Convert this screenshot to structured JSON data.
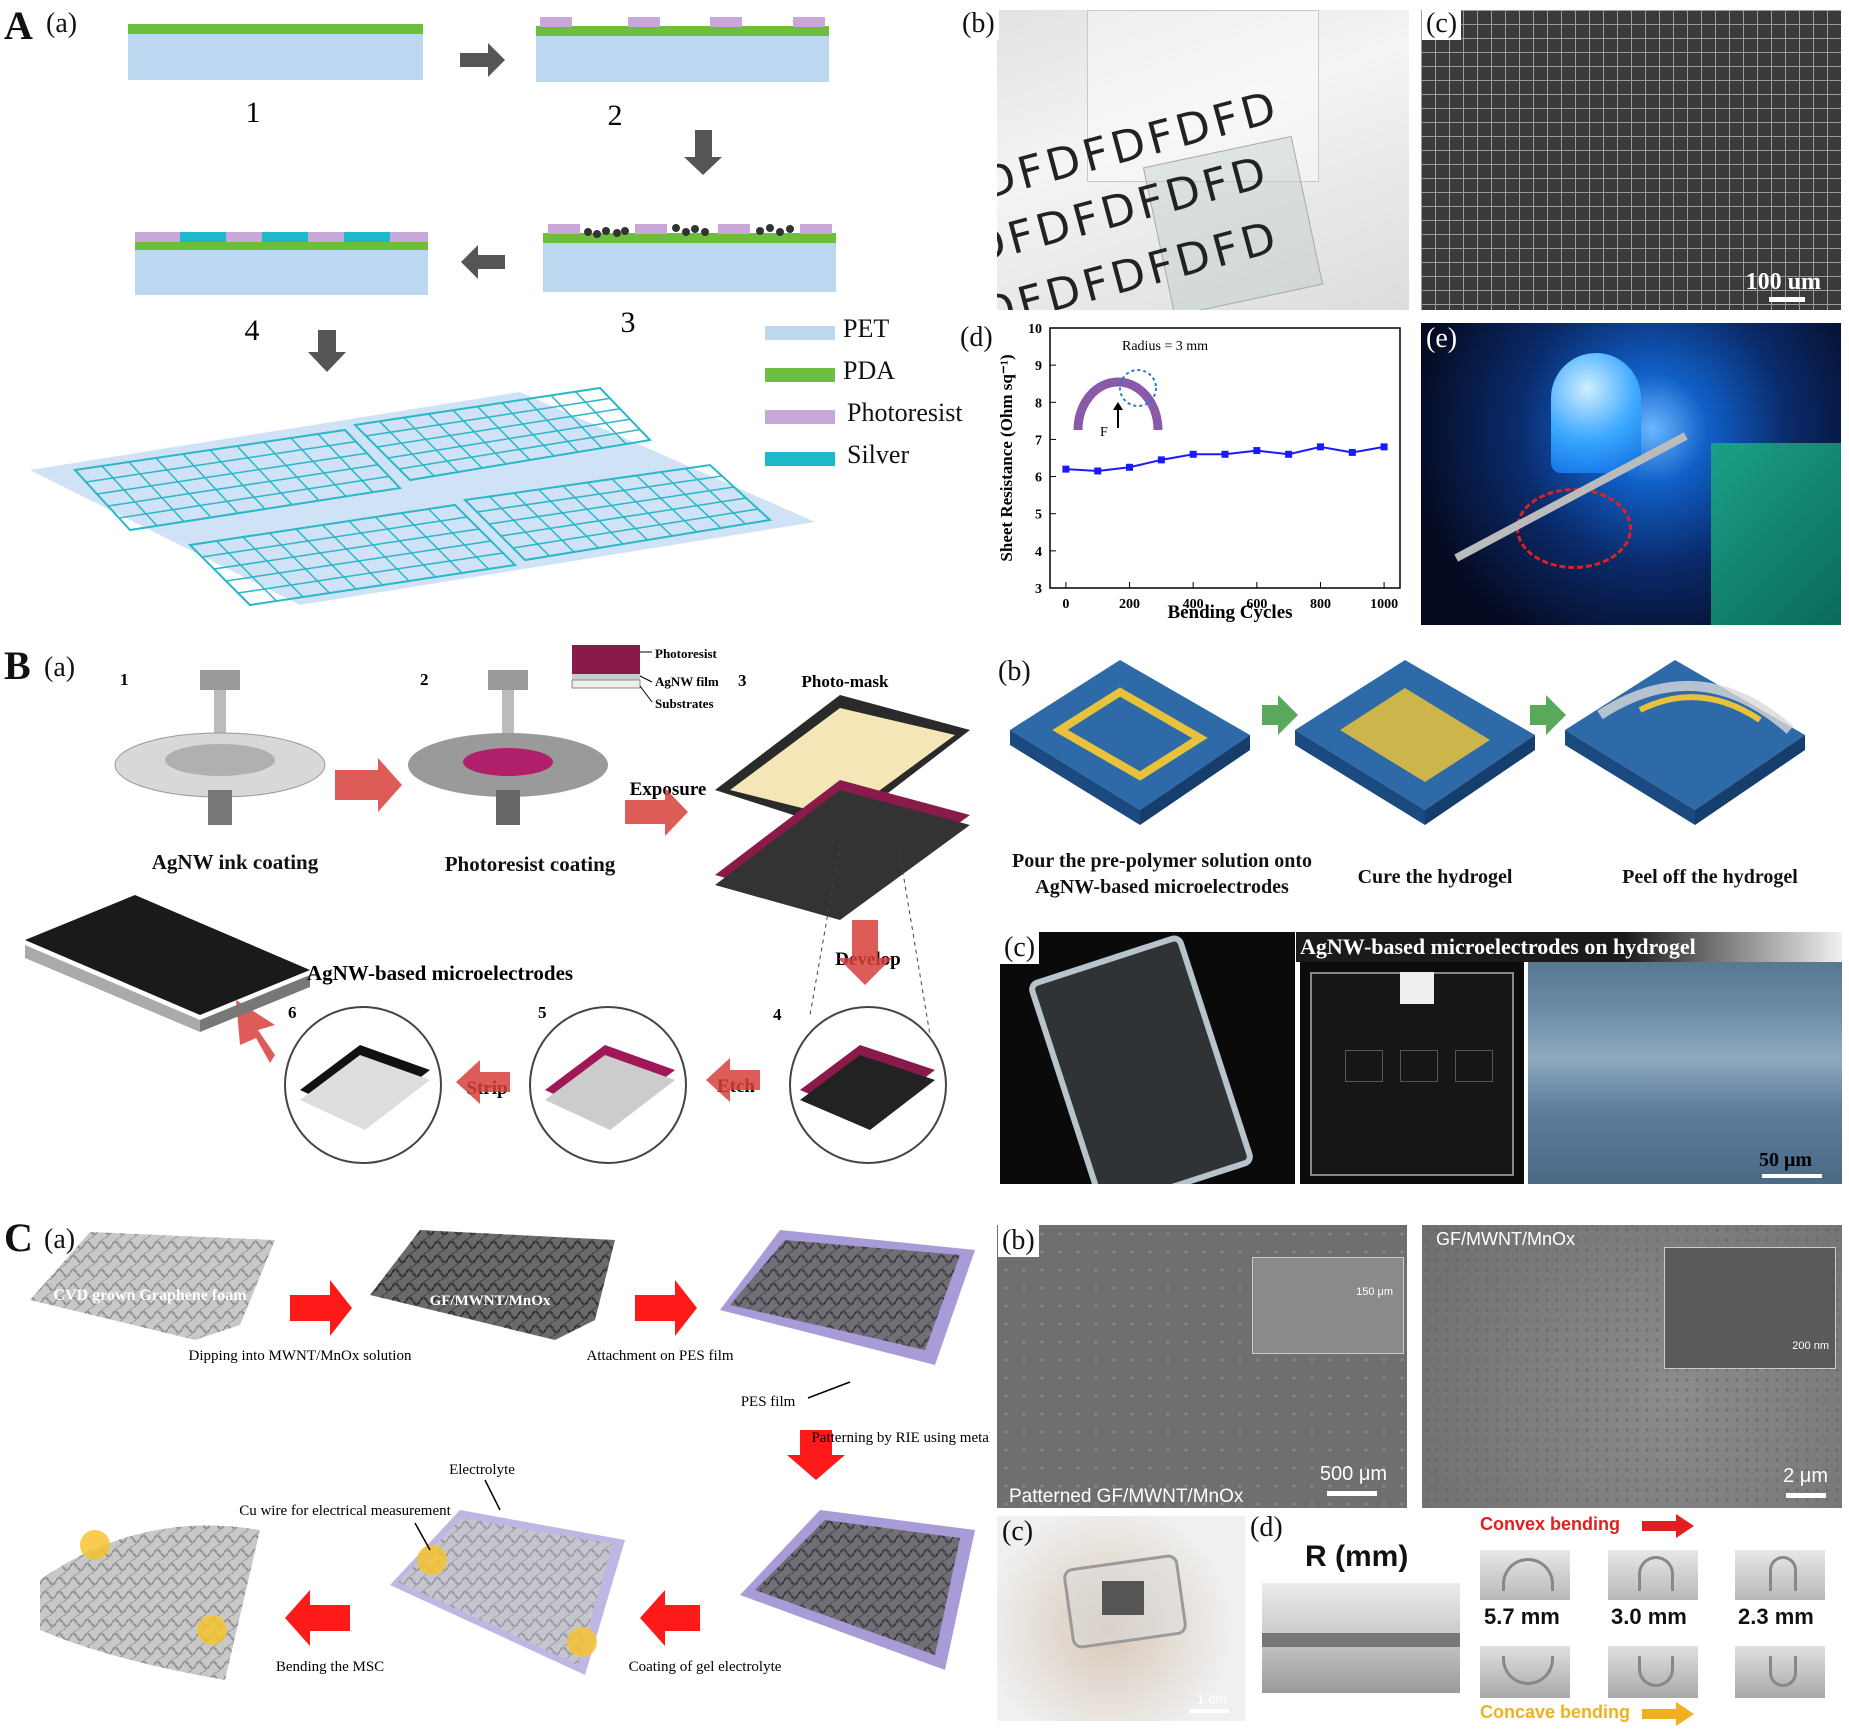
{
  "panel_a": {
    "letter": "A",
    "sub_a": "(a)",
    "sub_b": "(b)",
    "sub_c": "(c)",
    "sub_d": "(d)",
    "sub_e": "(e)",
    "step_labels": [
      "1",
      "2",
      "3",
      "4"
    ],
    "legend": [
      {
        "label": "PET",
        "color": "#bcd7f0"
      },
      {
        "label": "PDA",
        "color": "#6cbf3c"
      },
      {
        "label": "Photoresist",
        "color": "#c8a8d8"
      },
      {
        "label": "Silver",
        "color": "#1fb8c8"
      }
    ],
    "photo_b_text": "DFDFDFDFD",
    "scale_c": "100 um",
    "chart": {
      "inset_label": "Radius = 3 mm",
      "inset_force": "F"
    }
  },
  "panel_b": {
    "letter": "B",
    "sub_a": "(a)",
    "sub_b": "(b)",
    "sub_c": "(c)",
    "steps": [
      "1",
      "2",
      "3",
      "4",
      "5",
      "6"
    ],
    "layer_labels": [
      "Photoresist",
      "AgNW film",
      "Substrates"
    ],
    "photo_mask": "Photo-mask",
    "exposure": "Exposure",
    "develop": "Develop",
    "etch": "Etch",
    "strip": "Strip",
    "agnw_ink": "AgNW ink coating",
    "photoresist_coating": "Photoresist coating",
    "microelectrodes": "AgNW-based microelectrodes",
    "b_captions": [
      "Pour the pre-polymer solution onto AgNW-based microelectrodes",
      "Cure the hydrogel",
      "Peel off the hydrogel"
    ],
    "c_title": "AgNW-based microelectrodes on hydrogel",
    "c_scale": "50 μm"
  },
  "panel_c": {
    "letter": "C",
    "sub_a": "(a)",
    "sub_b": "(b)",
    "sub_c": "(c)",
    "sub_d": "(d)",
    "foam_label": "CVD grown Graphene foam",
    "gf_label": "GF/MWNT/MnOx",
    "dipping": "Dipping into MWNT/MnOx solution",
    "attach": "Attachment on PES film",
    "pes": "PES film",
    "patterning": "Patterning by RIE using metal mask",
    "electrolyte": "Electrolyte",
    "cu_wire": "Cu wire for electrical measurement",
    "bending_msc": "Bending the MSC",
    "coating_gel": "Coating of gel electrolyte",
    "sem_left_label": "Patterned GF/MWNT/MnOx",
    "sem_left_scale": "500 μm",
    "sem_left_inset": "150 μm",
    "sem_right_label": "GF/MWNT/MnOx",
    "sem_right_scale": "2 μm",
    "sem_right_inset": "200 nm",
    "c_scale": "1 cm",
    "r_mm": "R (mm)",
    "convex": "Convex bending",
    "concave": "Concave bending",
    "radii": [
      "5.7 mm",
      "3.0 mm",
      "2.3 mm"
    ]
  },
  "chart_data": {
    "type": "line",
    "title": "",
    "xlabel": "Bending Cycles",
    "ylabel": "Sheet Resistance (Ohm sq⁻¹)",
    "xlim": [
      -50,
      1050
    ],
    "ylim": [
      3,
      10
    ],
    "x_ticks": [
      0,
      200,
      400,
      600,
      800,
      1000
    ],
    "y_ticks": [
      3,
      4,
      5,
      6,
      7,
      8,
      9,
      10
    ],
    "series": [
      {
        "color": "#1a1aff",
        "x": [
          0,
          100,
          200,
          300,
          400,
          500,
          600,
          700,
          800,
          900,
          1000
        ],
        "y": [
          6.2,
          6.15,
          6.25,
          6.45,
          6.6,
          6.6,
          6.7,
          6.6,
          6.8,
          6.65,
          6.8
        ]
      }
    ]
  }
}
